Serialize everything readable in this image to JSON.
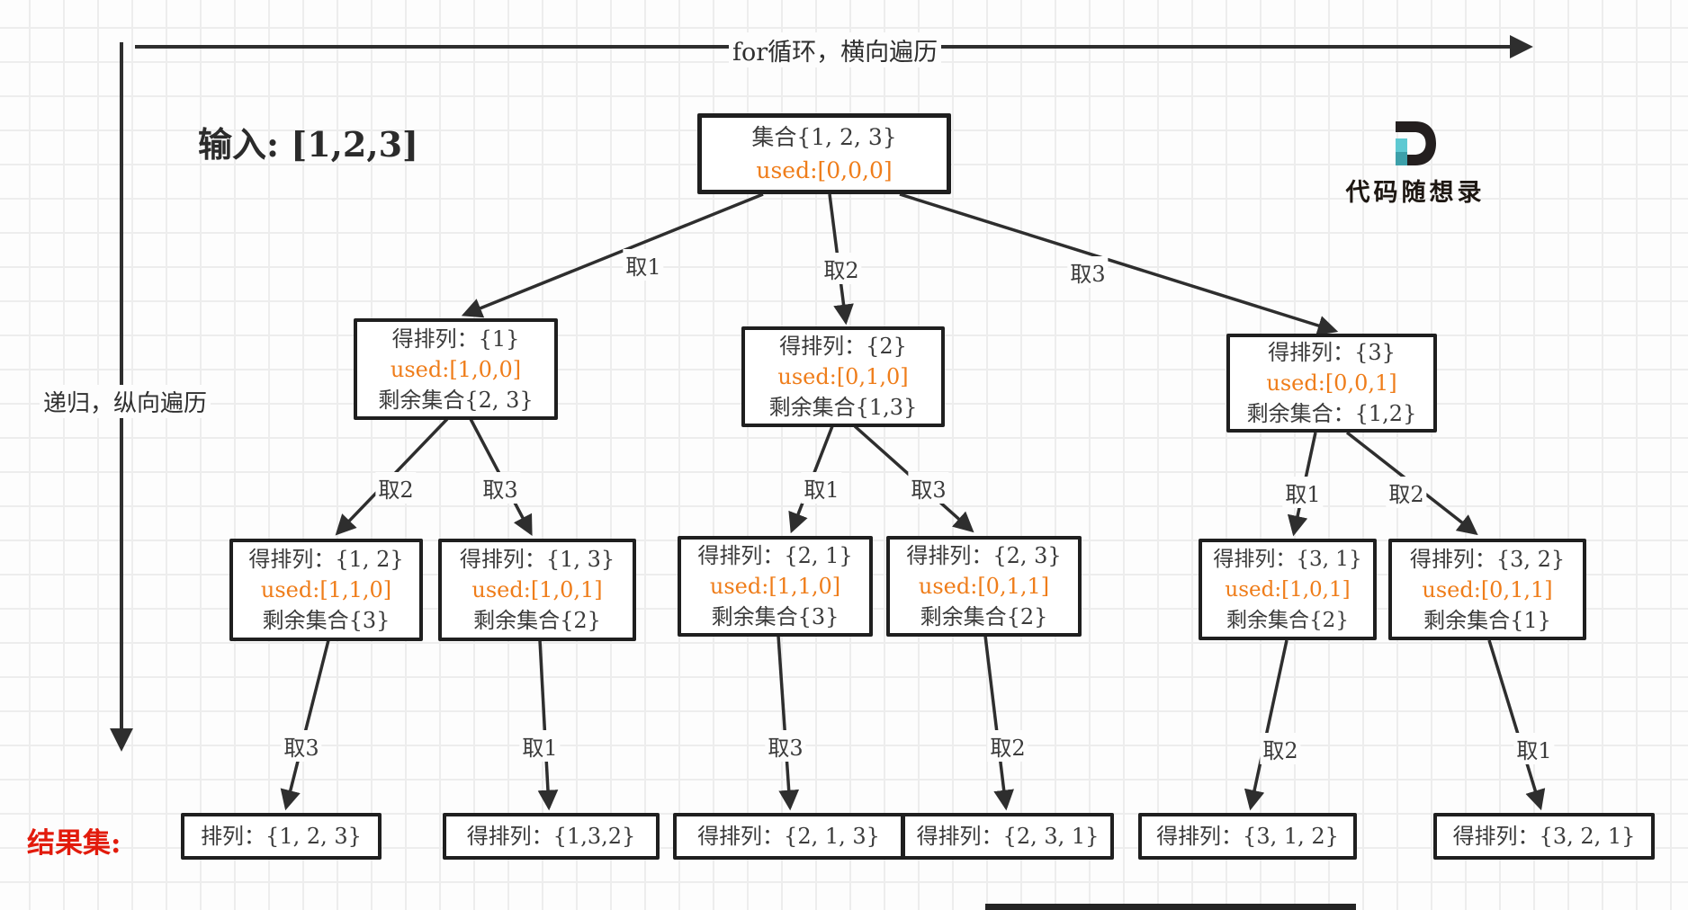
{
  "colors": {
    "edge_line": "#2e2e2e",
    "used_text": "#ef7d1a",
    "result_label_red": "#e21b0c",
    "logo_dark": "#241f1f",
    "logo_teal_light": "#5ec9d2",
    "logo_teal_dark": "#3da0aa"
  },
  "arrows": {
    "top_label": "for循环，横向遍历",
    "left_label": "递归，纵向遍历"
  },
  "input_label": "输入: [1,2,3]",
  "logo": {
    "text": "代码随想录",
    "icon": "letter-d-logo"
  },
  "result_set_label": "结果集:",
  "tree": {
    "root": {
      "title": "集合{1, 2, 3}",
      "used": "used:[0,0,0]"
    },
    "level2": [
      {
        "perm": "得排列：{1}",
        "used": "used:[1,0,0]",
        "rest": "剩余集合{2, 3}"
      },
      {
        "perm": "得排列：{2}",
        "used": "used:[0,1,0]",
        "rest": "剩余集合{1,3}"
      },
      {
        "perm": "得排列：{3}",
        "used": "used:[0,0,1]",
        "rest": "剩余集合：{1,2}"
      }
    ],
    "level3": [
      {
        "perm": "得排列：{1, 2}",
        "used": "used:[1,1,0]",
        "rest": "剩余集合{3}"
      },
      {
        "perm": "得排列：{1, 3}",
        "used": "used:[1,0,1]",
        "rest": "剩余集合{2}"
      },
      {
        "perm": "得排列：{2, 1}",
        "used": "used:[1,1,0]",
        "rest": "剩余集合{3}"
      },
      {
        "perm": "得排列：{2, 3}",
        "used": "used:[0,1,1]",
        "rest": "剩余集合{2}"
      },
      {
        "perm": "得排列：{3, 1}",
        "used": "used:[1,0,1]",
        "rest": "剩余集合{2}"
      },
      {
        "perm": "得排列：{3, 2}",
        "used": "used:[0,1,1]",
        "rest": "剩余集合{1}"
      }
    ],
    "edge_labels": {
      "level1": [
        "取1",
        "取2",
        "取3"
      ],
      "level2": [
        "取2",
        "取3",
        "取1",
        "取3",
        "取1",
        "取2"
      ],
      "level3": [
        "取3",
        "取1",
        "取3",
        "取2",
        "取2",
        "取1"
      ]
    },
    "results": [
      "排列：{1, 2, 3}",
      "得排列：{1,3,2}",
      "得排列：{2, 1, 3}",
      "得排列：{2, 3, 1}",
      "得排列：{3, 1, 2}",
      "得排列：{3, 2, 1}"
    ]
  }
}
